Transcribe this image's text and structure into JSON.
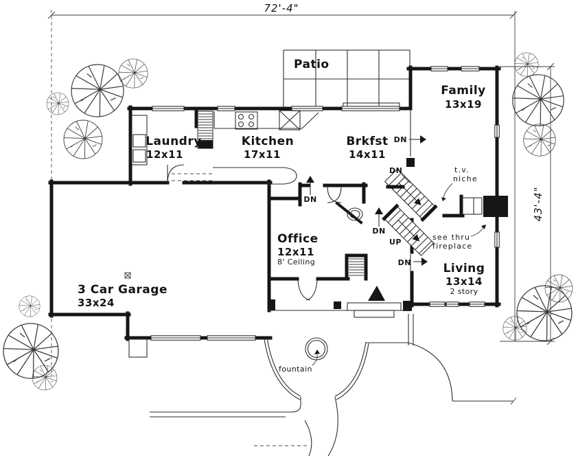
{
  "dimensions": {
    "width_label": "72'-4\"",
    "height_label": "43'-4\""
  },
  "rooms": {
    "patio": {
      "name": "Patio"
    },
    "family": {
      "name": "Family",
      "size": "13x19"
    },
    "laundry": {
      "name": "Laundry",
      "size": "12x11"
    },
    "kitchen": {
      "name": "Kitchen",
      "size": "17x11"
    },
    "brkfst": {
      "name": "Brkfst",
      "size": "14x11"
    },
    "office": {
      "name": "Office",
      "size": "12x11",
      "note": "8' Ceiling"
    },
    "living": {
      "name": "Living",
      "size": "13x14",
      "note": "2 story"
    },
    "garage": {
      "name": "3 Car Garage",
      "size": "33x24"
    }
  },
  "annotations": {
    "tv_niche_1": "t.v.",
    "tv_niche_2": "niche",
    "fireplace_1": "see thru",
    "fireplace_2": "fireplace",
    "fountain": "fountain",
    "dn": "DN",
    "up": "UP"
  },
  "colors": {
    "ink": "#161616",
    "paper": "#ffffff"
  }
}
